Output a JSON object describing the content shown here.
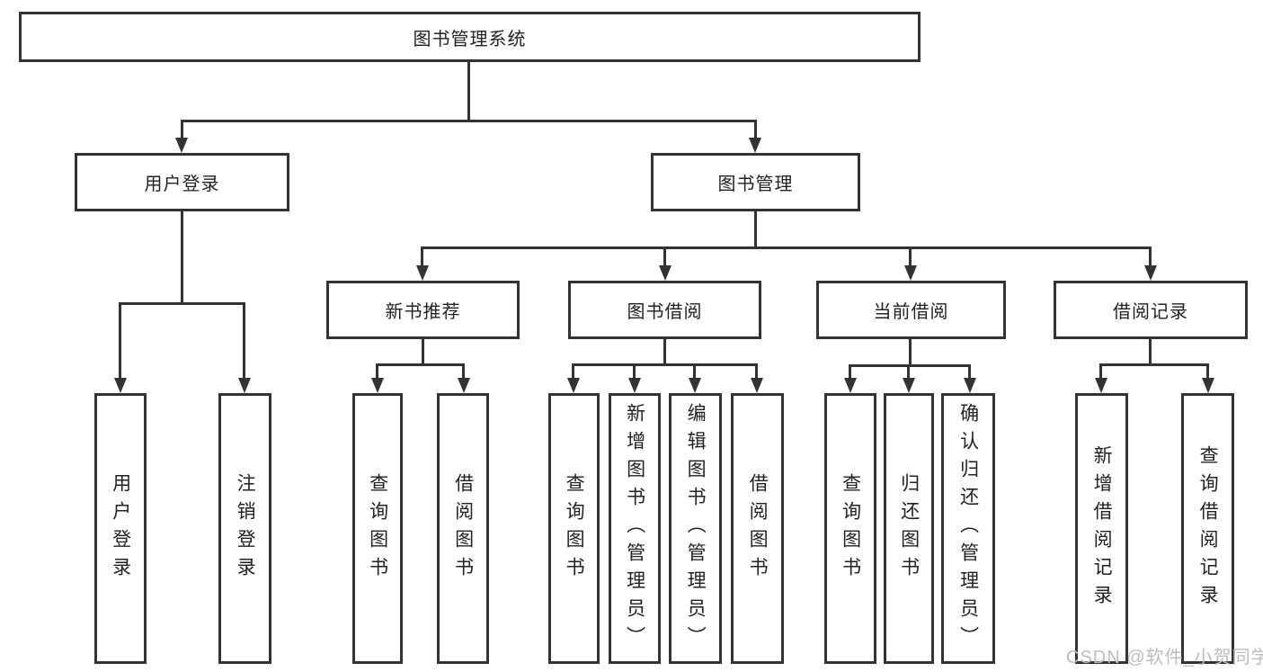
{
  "diagram": {
    "root": {
      "label": "图书管理系统"
    },
    "branches": [
      {
        "label": "用户登录",
        "children": [
          {
            "label": "用户登录"
          },
          {
            "label": "注销登录"
          }
        ]
      },
      {
        "label": "图书管理",
        "children": [
          {
            "label": "新书推荐",
            "children": [
              {
                "label": "查询图书"
              },
              {
                "label": "借阅图书"
              }
            ]
          },
          {
            "label": "图书借阅",
            "children": [
              {
                "label": "查询图书"
              },
              {
                "label": "新增图书（管理员）"
              },
              {
                "label": "编辑图书（管理员）"
              },
              {
                "label": "借阅图书"
              }
            ]
          },
          {
            "label": "当前借阅",
            "children": [
              {
                "label": "查询图书"
              },
              {
                "label": "归还图书"
              },
              {
                "label": "确认归还（管理员）"
              }
            ]
          },
          {
            "label": "借阅记录",
            "children": [
              {
                "label": "新增借阅记录"
              },
              {
                "label": "查询借阅记录"
              }
            ]
          }
        ]
      }
    ]
  },
  "watermark": {
    "text": "CSDN @软件_小贺同学"
  },
  "colors": {
    "line": "#333333",
    "text": "#222222",
    "watermark": "#bdbdbd",
    "background": "#ffffff"
  }
}
